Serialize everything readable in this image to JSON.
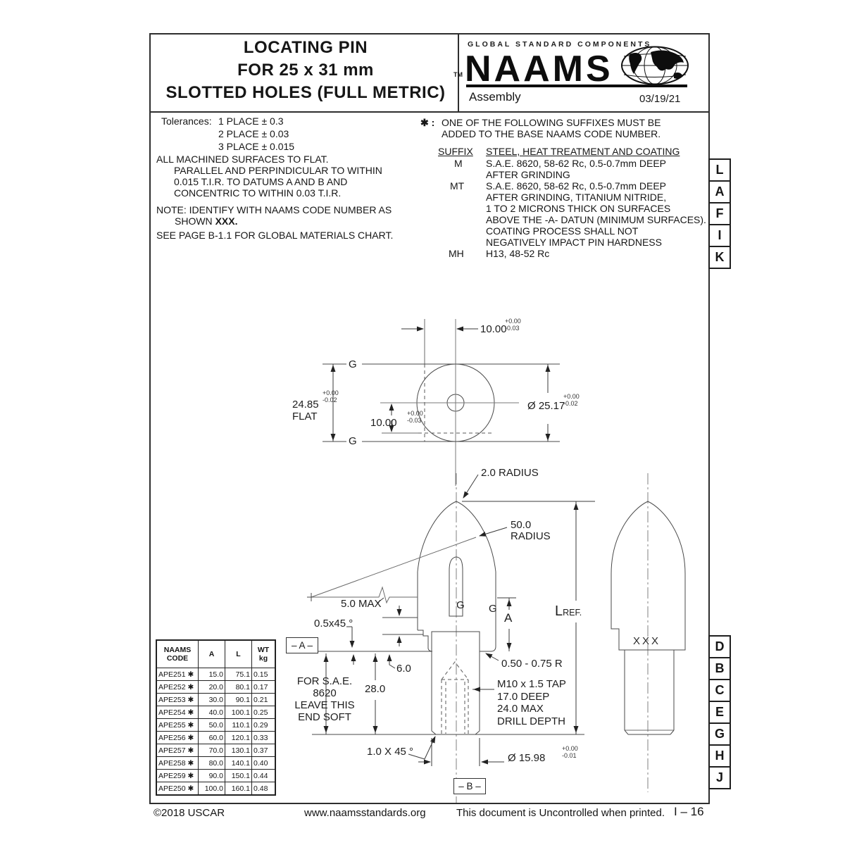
{
  "header": {
    "title_lines": [
      "LOCATING PIN",
      "FOR 25 x 31 mm",
      "SLOTTED HOLES (FULL METRIC)"
    ],
    "brand": {
      "tagline": "GLOBAL STANDARD COMPONENTS",
      "tm": "TM",
      "logo_text": "NAAMS",
      "subtitle": "Assembly",
      "date": "03/19/21"
    }
  },
  "notes": {
    "tolerances_label": "Tolerances:",
    "tolerance_lines": [
      "1 PLACE ± 0.3",
      "2 PLACE ± 0.03",
      "3 PLACE ± 0.015"
    ],
    "machined_lines": [
      "ALL MACHINED SURFACES TO FLAT.",
      "PARALLEL AND PERPINDICULAR TO WITHIN",
      "0.015 T.I.R. TO DATUMS A AND B AND",
      "CONCENTRIC TO WITHIN 0.03 T.I.R."
    ],
    "identify_line1": "NOTE: IDENTIFY WITH NAAMS CODE NUMBER AS",
    "identify_line2_pre": "SHOWN ",
    "identify_line2_bold": "XXX.",
    "see_page": "SEE PAGE B-1.1 FOR GLOBAL MATERIALS CHART."
  },
  "suffix": {
    "star": "✱ :",
    "intro_lines": [
      "ONE OF THE FOLLOWING SUFFIXES MUST BE",
      "ADDED TO THE BASE NAAMS CODE NUMBER."
    ],
    "col_suffix": "SUFFIX",
    "col_desc": "STEEL, HEAT TREATMENT AND COATING",
    "rows": [
      {
        "code": "M",
        "lines": [
          "S.A.E. 8620, 58-62 Rc, 0.5-0.7mm DEEP",
          "AFTER GRINDING"
        ]
      },
      {
        "code": "MT",
        "lines": [
          "S.A.E. 8620, 58-62 Rc, 0.5-0.7mm DEEP",
          "AFTER GRINDING, TITANIUM NITRIDE,",
          "1 TO 2 MICRONS THICK ON SURFACES",
          "ABOVE THE -A- DATUN (MINIMUM SURFACES).",
          "COATING PROCESS SHALL NOT",
          "NEGATIVELY IMPACT PIN HARDNESS"
        ]
      },
      {
        "code": "MH",
        "lines": [
          "H13, 48-52 Rc"
        ]
      }
    ]
  },
  "zones": {
    "top": [
      "L",
      "A",
      "F",
      "I",
      "K"
    ],
    "bottom": [
      "D",
      "B",
      "C",
      "E",
      "G",
      "H",
      "J"
    ]
  },
  "table": {
    "headers": [
      "NAAMS\nCODE",
      "A",
      "L",
      "WT\nkg"
    ],
    "rows": [
      [
        "APE251 ✱",
        "15.0",
        "75.1",
        "0.15"
      ],
      [
        "APE252 ✱",
        "20.0",
        "80.1",
        "0.17"
      ],
      [
        "APE253 ✱",
        "30.0",
        "90.1",
        "0.21"
      ],
      [
        "APE254 ✱",
        "40.0",
        "100.1",
        "0.25"
      ],
      [
        "APE255 ✱",
        "50.0",
        "110.1",
        "0.29"
      ],
      [
        "APE256 ✱",
        "60.0",
        "120.1",
        "0.33"
      ],
      [
        "APE257 ✱",
        "70.0",
        "130.1",
        "0.37"
      ],
      [
        "APE258 ✱",
        "80.0",
        "140.1",
        "0.40"
      ],
      [
        "APE259 ✱",
        "90.0",
        "150.1",
        "0.44"
      ],
      [
        "APE250 ✱",
        "100.0",
        "160.1",
        "0.48"
      ]
    ]
  },
  "drawing": {
    "g_label": "G",
    "top_view": {
      "width_10": "10.00",
      "width_10_tol": "+0.00\n-0.03",
      "flat_2485": "24.85",
      "flat_label": "FLAT",
      "flat_tol": "+0.00\n-0.02",
      "offset_10": "10.00",
      "offset_10_tol": "+0.00\n-0.03",
      "dia_2517": "Ø 25.17",
      "dia_2517_tol": "+0.00\n-0.02"
    },
    "front_view": {
      "radius_2": "2.0 RADIUS",
      "radius_50": "50.0\nRADIUS",
      "max_5": "5.0 MAX",
      "chamfer_05": "0.5x45 °",
      "datum_a": "– A –",
      "datum_b": "– B –",
      "dim_a": "A",
      "l_ref_main": "L",
      "l_ref_suffix": "REF.",
      "fillet": "0.50 - 0.75 R",
      "dim_6": "6.0",
      "soft_note": "FOR S.A.E. 8620\nLEAVE THIS\nEND SOFT",
      "dim_28": "28.0",
      "tap_note": "M10 x 1.5 TAP\n17.0 DEEP\n24.0 MAX\nDRILL DEPTH",
      "chamfer_10": "1.0 X 45 °",
      "dia_1598": "Ø 15.98",
      "dia_1598_tol": "+0.00\n-0.01"
    },
    "side_view": {
      "code_mark": "XXX"
    }
  },
  "footer": {
    "copyright": "©2018 USCAR",
    "url": "www.naamsstandards.org",
    "uncontrolled": "This document is Uncontrolled when printed.",
    "page": "I – 16"
  }
}
